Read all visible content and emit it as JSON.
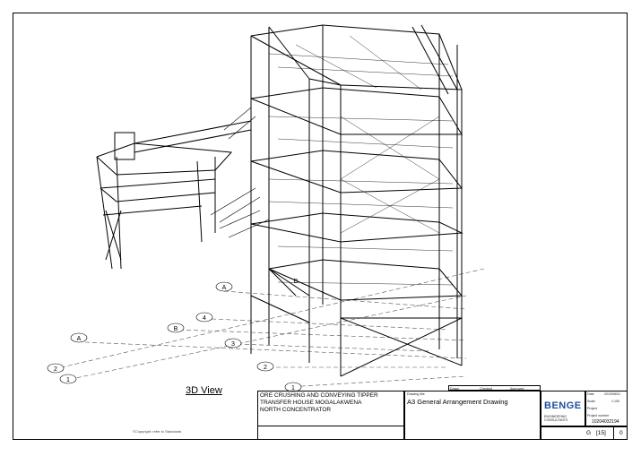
{
  "view": {
    "label": "3D View"
  },
  "copyright": "©Copyright: refer to Standards",
  "grid_labels": {
    "A_front": "A",
    "A_back": "A",
    "B": "B",
    "B_struct": "B",
    "four": "4",
    "three": "3",
    "two_left": "2",
    "two_right": "2",
    "one_left": "1",
    "one_right": "1"
  },
  "title_block": {
    "project_lines": [
      "ORE CRUSHING AND CONVEYING TIPPER",
      "TRANSFER HOUSE MOGALAKWENA",
      "NORTH CONCENTRATOR"
    ],
    "drawing_title_caption": "Drawing title",
    "drawing_title": "A3 General Arrangement Drawing",
    "company_logo": "BENGE",
    "company_sub": "ENGINEERING CONSULTANTS",
    "date_label": "Date",
    "date_value": "2019/08/01",
    "scale_label": "Scale",
    "scale_value": "1:100",
    "project_label": "Project",
    "drawing_number_label": "Project number",
    "drawing_number": "10204032194",
    "sheet_letter": "G",
    "sheet_number": "[15]",
    "revision": "0",
    "checked_labels": [
      "Drawn",
      "Checked",
      "Approved"
    ]
  }
}
